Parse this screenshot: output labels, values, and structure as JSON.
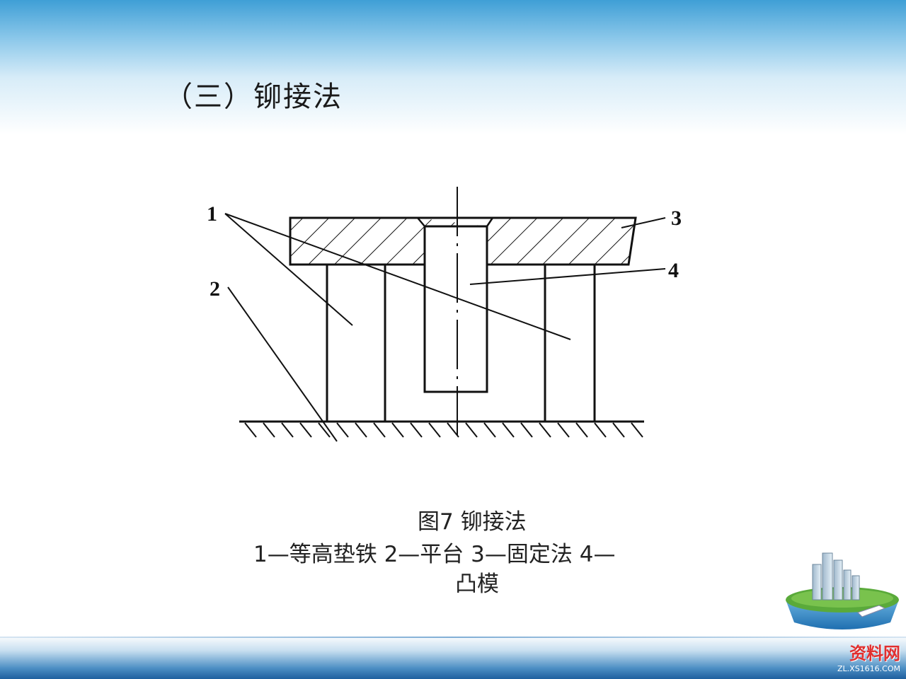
{
  "slide": {
    "title": "（三）铆接法"
  },
  "figure": {
    "labels": [
      "1",
      "2",
      "3",
      "4"
    ],
    "caption_title": "图7  铆接法",
    "caption_line1": "1—等高垫铁   2—平台   3—固定法   4—",
    "caption_line2": "凸模"
  },
  "watermark": {
    "text": "资料网",
    "url": "ZL.XS1616.COM"
  },
  "colors": {
    "header_blue": "#3f9fd6",
    "footer_blue": "#1e5f9e",
    "line_black": "#111111"
  }
}
